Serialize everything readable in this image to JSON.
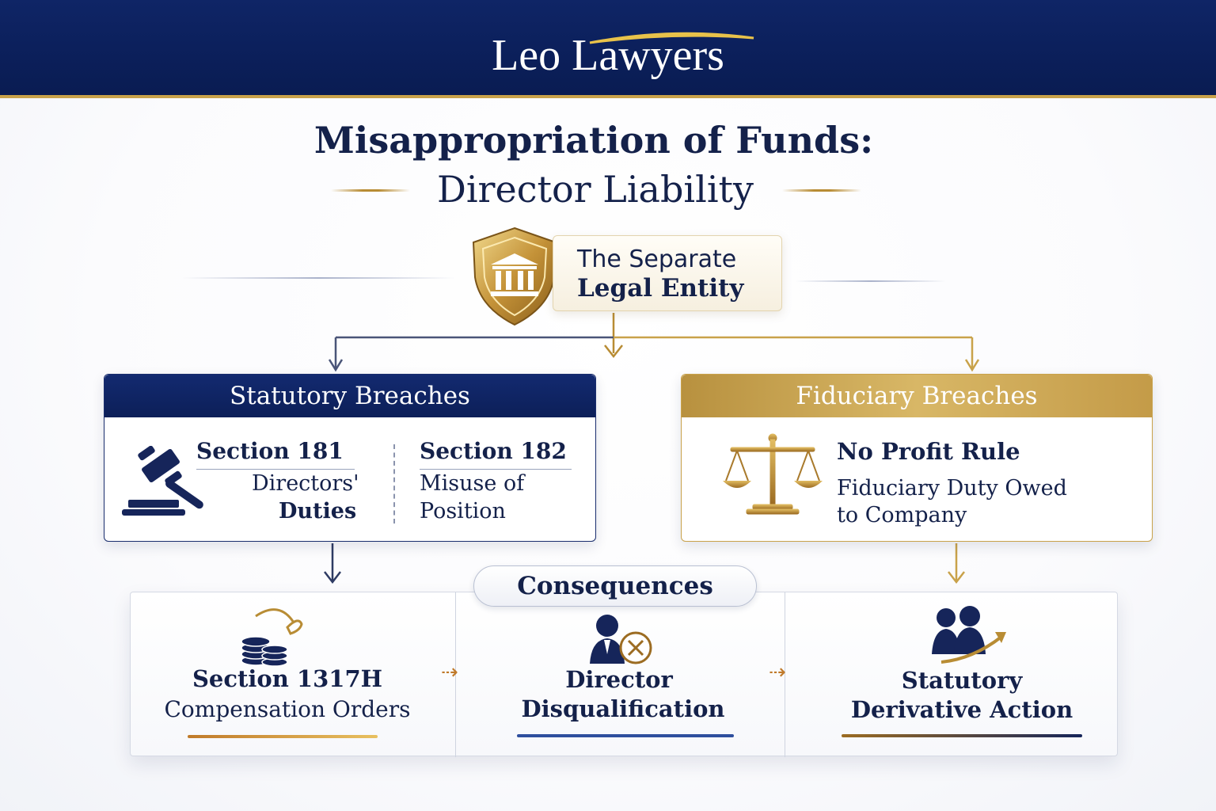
{
  "header": {
    "brand": "Leo Lawyers",
    "colors": {
      "navy": "#0b1f5a",
      "gold": "#c9a24a"
    }
  },
  "title": {
    "line1": "Misappropriation of Funds:",
    "line2": "Director Liability"
  },
  "entity": {
    "line1": "The Separate",
    "line2": "Legal Entity",
    "icon": "shield-courthouse-icon"
  },
  "statutory": {
    "heading": "Statutory Breaches",
    "icon": "gavel-icon",
    "section181": {
      "title": "Section 181",
      "line1": "Directors'",
      "line2": "Duties"
    },
    "section182": {
      "title": "Section 182",
      "line1": "Misuse of",
      "line2": "Position"
    }
  },
  "fiduciary": {
    "heading": "Fiduciary Breaches",
    "icon": "scales-of-justice-icon",
    "rule_title": "No Profit Rule",
    "line1": "Fiduciary Duty Owed",
    "line2": "to Company"
  },
  "consequences": {
    "label": "Consequences",
    "items": [
      {
        "title": "Section 1317H",
        "text": "Compensation Orders",
        "icon": "coins-icon"
      },
      {
        "title": "Director",
        "text": "Disqualification",
        "icon": "disqualified-person-icon"
      },
      {
        "title": "Statutory",
        "text": "Derivative Action",
        "icon": "people-growth-icon"
      }
    ]
  }
}
